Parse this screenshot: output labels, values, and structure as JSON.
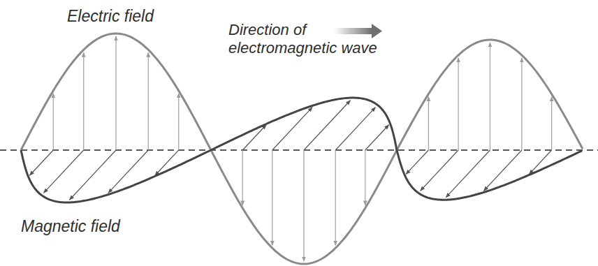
{
  "diagram": {
    "labels": [
      "Electric field",
      "Direction of electromagnetic wave",
      "Magnetic field"
    ]
  }
}
